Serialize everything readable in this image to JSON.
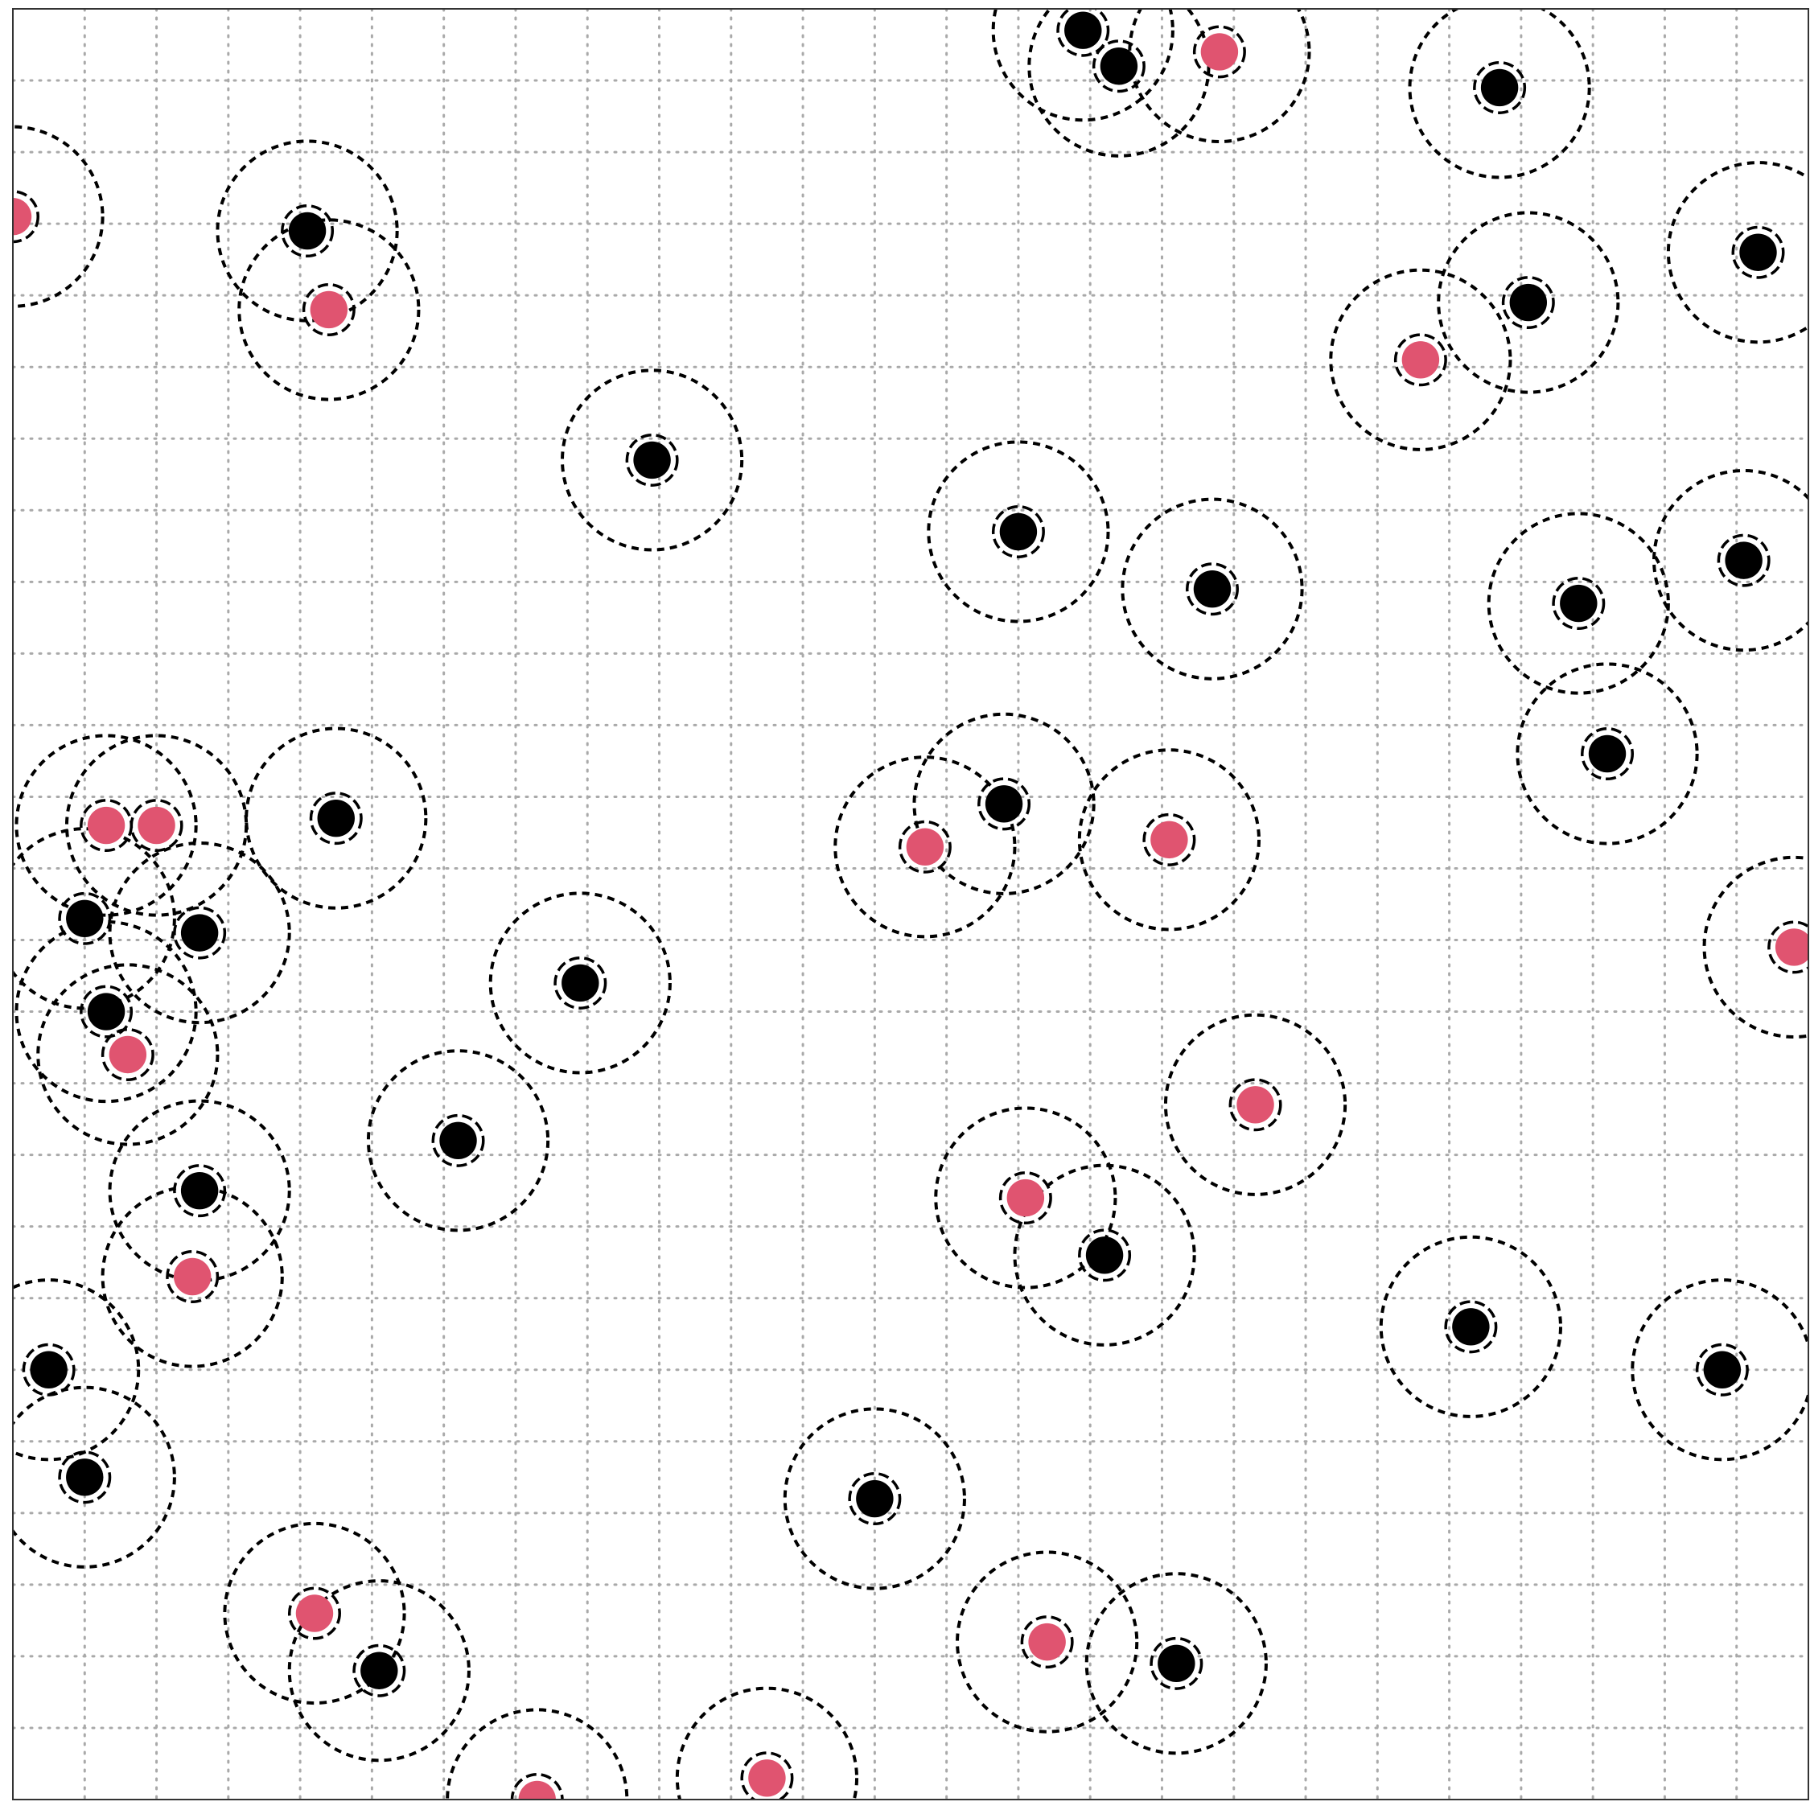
{
  "chart_data": {
    "type": "scatter",
    "title": "",
    "xlabel": "",
    "ylabel": "",
    "xlim": [
      0,
      25
    ],
    "ylim": [
      0,
      25
    ],
    "grid": true,
    "grid_step": 1,
    "colors": {
      "black": "#000000",
      "pink": "#e05470",
      "grid": "#a9a9a9",
      "frame": "#333333"
    },
    "ring_radii": {
      "outer": 1.25,
      "inner": 0.35
    },
    "series": [
      {
        "color": "black",
        "points": [
          [
            14.9,
            24.7
          ],
          [
            15.4,
            24.2
          ],
          [
            20.7,
            23.9
          ],
          [
            4.1,
            21.9
          ],
          [
            24.3,
            21.6
          ],
          [
            21.1,
            20.9
          ],
          [
            8.9,
            18.7
          ],
          [
            14.0,
            17.7
          ],
          [
            16.7,
            16.9
          ],
          [
            24.1,
            17.3
          ],
          [
            21.8,
            16.7
          ],
          [
            22.2,
            14.6
          ],
          [
            4.5,
            13.7
          ],
          [
            13.8,
            13.9
          ],
          [
            1.0,
            12.3
          ],
          [
            2.6,
            12.1
          ],
          [
            7.9,
            11.4
          ],
          [
            1.3,
            11.0
          ],
          [
            6.2,
            9.2
          ],
          [
            2.6,
            8.5
          ],
          [
            15.2,
            7.6
          ],
          [
            20.3,
            6.6
          ],
          [
            0.5,
            6.0
          ],
          [
            23.8,
            6.0
          ],
          [
            1.0,
            4.5
          ],
          [
            12.0,
            4.2
          ],
          [
            5.1,
            1.8
          ],
          [
            16.2,
            1.9
          ]
        ]
      },
      {
        "color": "pink",
        "points": [
          [
            16.8,
            24.4
          ],
          [
            0.0,
            22.1
          ],
          [
            4.4,
            20.8
          ],
          [
            19.6,
            20.1
          ],
          [
            1.3,
            13.6
          ],
          [
            2.0,
            13.6
          ],
          [
            12.7,
            13.3
          ],
          [
            16.1,
            13.4
          ],
          [
            24.8,
            11.9
          ],
          [
            1.6,
            10.4
          ],
          [
            17.3,
            9.7
          ],
          [
            14.1,
            8.4
          ],
          [
            2.5,
            7.3
          ],
          [
            4.2,
            2.6
          ],
          [
            14.4,
            2.2
          ],
          [
            10.5,
            0.3
          ],
          [
            7.3,
            0.0
          ]
        ]
      }
    ]
  }
}
